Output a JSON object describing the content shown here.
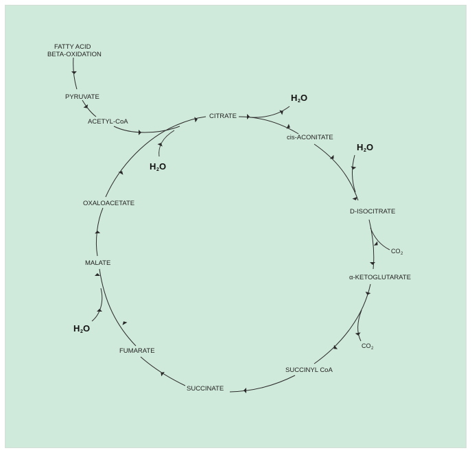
{
  "colors": {
    "background": "#cfe9da",
    "line": "#2a2a2a",
    "text": "#1f1f1f"
  },
  "labels": {
    "fatty_acid_line1": "FATTY ACID",
    "fatty_acid_line2": "BETA-OXIDATION",
    "pyruvate": "PYRUVATE",
    "acetyl_coa": "ACETYL-CoA",
    "citrate": "CITRATE",
    "cis_aconitate": "cis-ACONITATE",
    "d_isocitrate": "D-ISOCITRATE",
    "alpha_ketoglutarate": "α-KETOGLUTARATE",
    "succinyl_coa": "SUCCINYL CoA",
    "succinate": "SUCCINATE",
    "fumarate": "FUMARATE",
    "malate": "MALATE",
    "oxaloacetate": "OXALOACETATE"
  },
  "water": {
    "h": "H",
    "sub": "2",
    "o": "O"
  },
  "co2": {
    "co": "CO",
    "sub": "2"
  }
}
